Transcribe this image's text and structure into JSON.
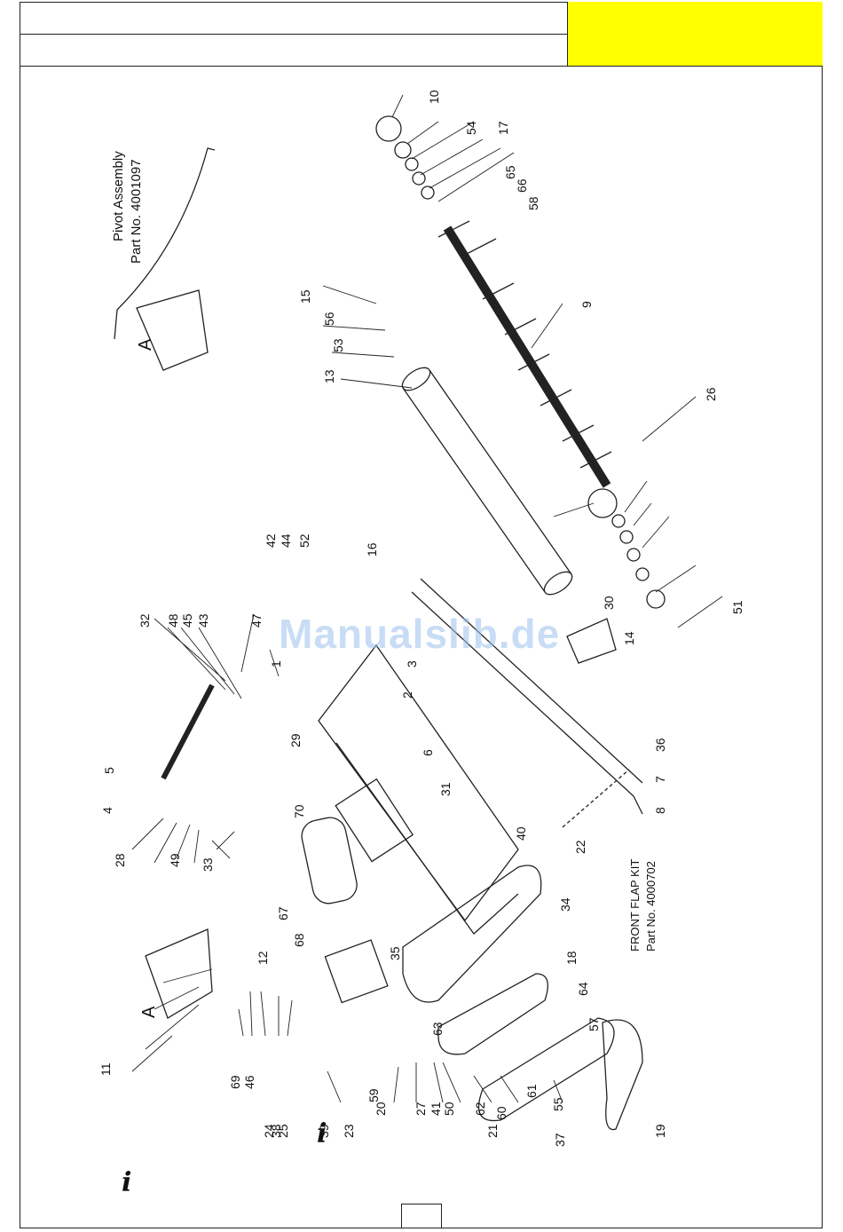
{
  "header": {
    "title_row1": "",
    "title_row2": "",
    "accent_color": "#ffff00"
  },
  "watermark": "Manualslib.de",
  "page_number": "",
  "diagram": {
    "pivot_assembly_label": "Pivot Assembly",
    "pivot_assembly_part": "Part No. 4001097",
    "front_flap_label": "FRONT FLAP KIT",
    "front_flap_part": "Part No. 4000702",
    "view_marker": "A",
    "callouts": [
      "1",
      "2",
      "3",
      "4",
      "5",
      "6",
      "7",
      "8",
      "9",
      "10",
      "11",
      "12",
      "13",
      "14",
      "15",
      "16",
      "17",
      "18",
      "19",
      "20",
      "21",
      "22",
      "23",
      "24",
      "25",
      "26",
      "27",
      "28",
      "29",
      "30",
      "31",
      "32",
      "33",
      "34",
      "35",
      "36",
      "37",
      "38",
      "39",
      "40",
      "41",
      "42",
      "43",
      "44",
      "45",
      "46",
      "47",
      "48",
      "49",
      "50",
      "51",
      "52",
      "53",
      "54",
      "55",
      "56",
      "57",
      "58",
      "59",
      "60",
      "61",
      "62",
      "63",
      "64",
      "65",
      "66",
      "67",
      "68",
      "69",
      "70"
    ]
  }
}
